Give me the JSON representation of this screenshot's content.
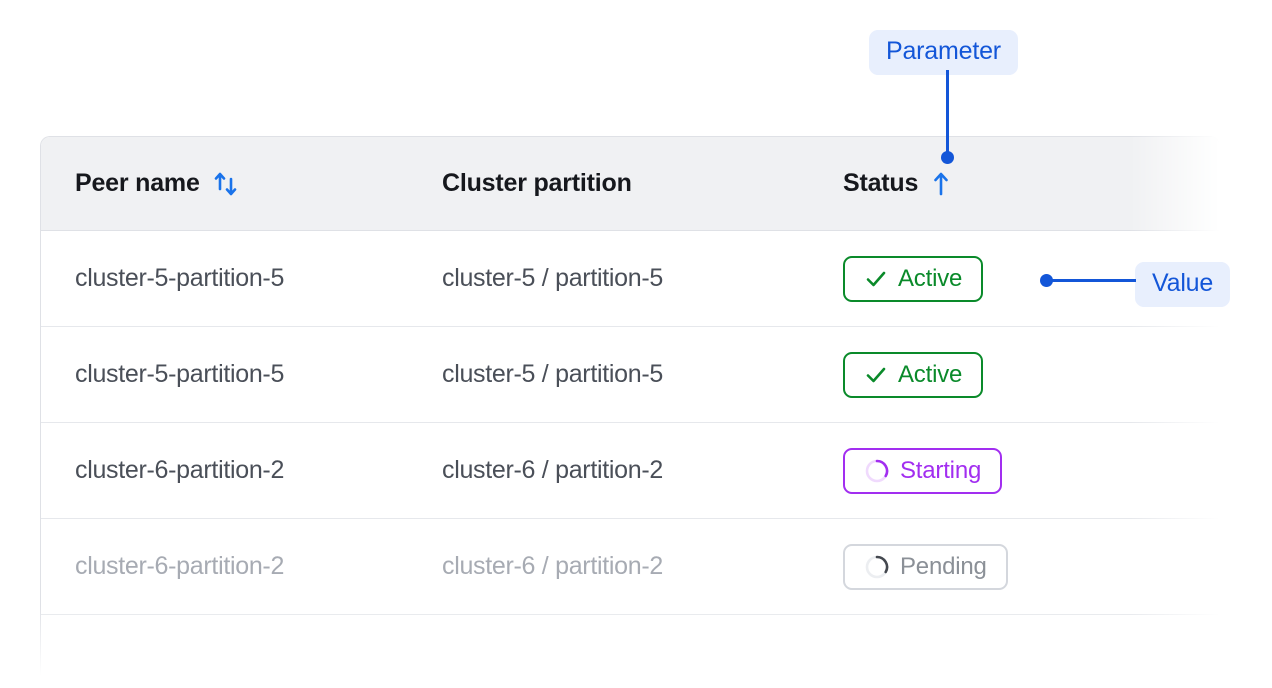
{
  "table": {
    "columns": [
      {
        "label": "Peer name",
        "sort_icon": "sort-up-down-icon"
      },
      {
        "label": "Cluster partition",
        "sort_icon": "none"
      },
      {
        "label": "Status",
        "sort_icon": "sort-up-icon"
      }
    ],
    "rows": [
      {
        "peer_name": "cluster-5-partition-5",
        "cluster_partition": "cluster-5 / partition-5",
        "status": "Active",
        "status_type": "active",
        "status_icon": "check-icon",
        "muted": false
      },
      {
        "peer_name": "cluster-5-partition-5",
        "cluster_partition": "cluster-5 / partition-5",
        "status": "Active",
        "status_type": "active",
        "status_icon": "check-icon",
        "muted": false
      },
      {
        "peer_name": "cluster-6-partition-2",
        "cluster_partition": "cluster-6 / partition-2",
        "status": "Starting",
        "status_type": "starting",
        "status_icon": "spinner-icon",
        "muted": false
      },
      {
        "peer_name": "cluster-6-partition-2",
        "cluster_partition": "cluster-6 / partition-2",
        "status": "Pending",
        "status_type": "pending",
        "status_icon": "spinner-icon",
        "muted": true
      }
    ]
  },
  "annotations": {
    "parameter_label": "Parameter",
    "value_label": "Value"
  },
  "colors": {
    "accent_blue": "#1356d8",
    "annotation_bg": "#e8effd",
    "active_green": "#0a8a2a",
    "starting_purple": "#a22ef0",
    "pending_gray": "#8b9097",
    "header_bg": "#f0f1f3",
    "row_text": "#4a4f58",
    "muted_text": "#a7abb3",
    "border": "#dfe1e6"
  }
}
